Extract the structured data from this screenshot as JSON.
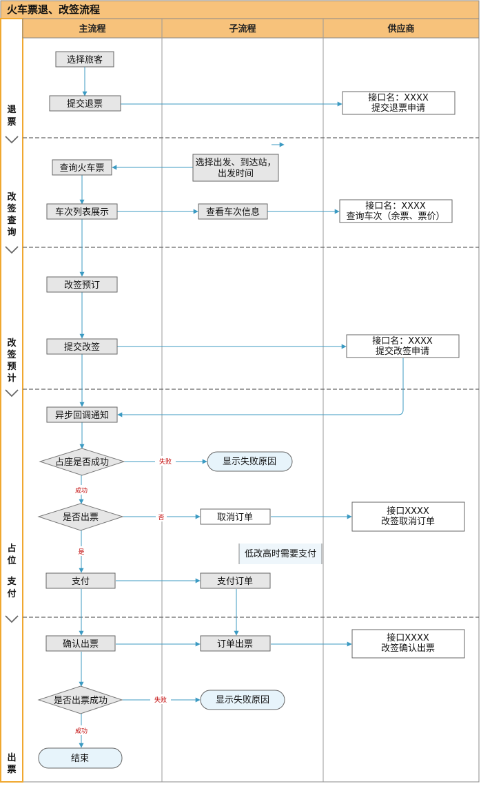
{
  "title": "火车票退、改签流程",
  "lanes": [
    "主流程",
    "子流程",
    "供应商"
  ],
  "stages": {
    "refund": [
      "退",
      "票"
    ],
    "change_query": [
      "改",
      "签",
      "查",
      "询"
    ],
    "change_book": [
      "改",
      "签",
      "预",
      "计"
    ],
    "seat_pay": [
      "占",
      "位",
      "支",
      "付"
    ],
    "ticketing": [
      "出",
      "票"
    ]
  },
  "nodes": {
    "select_passenger": "选择旅客",
    "submit_refund": "提交退票",
    "sup_refund": [
      "接口名：XXXX",
      "提交退票申请"
    ],
    "query_train": "查询火车票",
    "select_station": [
      "选择出发、到达站，",
      "出发时间"
    ],
    "train_list": "车次列表展示",
    "view_train": "查看车次信息",
    "sup_query": [
      "接口名：XXXX",
      "查询车次（余票、票价）"
    ],
    "change_book": "改签预订",
    "submit_change": "提交改签",
    "sup_change": [
      "接口名：XXXX",
      "提交改签申请"
    ],
    "async_notify": "异步回调通知",
    "seat_ok": "占座是否成功",
    "show_fail_1": "显示失败原因",
    "is_ticketed": "是否出票",
    "cancel_order": "取消订单",
    "sup_cancel": [
      "接口XXXX",
      "改签取消订单"
    ],
    "note_pay": "低改高时需要支付",
    "pay": "支付",
    "pay_order": "支付订单",
    "confirm_ticket": "确认出票",
    "order_ticket": "订单出票",
    "sup_confirm": [
      "接口XXXX",
      "改签确认出票"
    ],
    "ticket_ok": "是否出票成功",
    "show_fail_2": "显示失败原因",
    "end": "结束"
  },
  "edge_labels": {
    "fail_1": "失败",
    "success_1": "成功",
    "no": "否",
    "yes": "是",
    "fail_2": "失败",
    "success_2": "成功"
  }
}
